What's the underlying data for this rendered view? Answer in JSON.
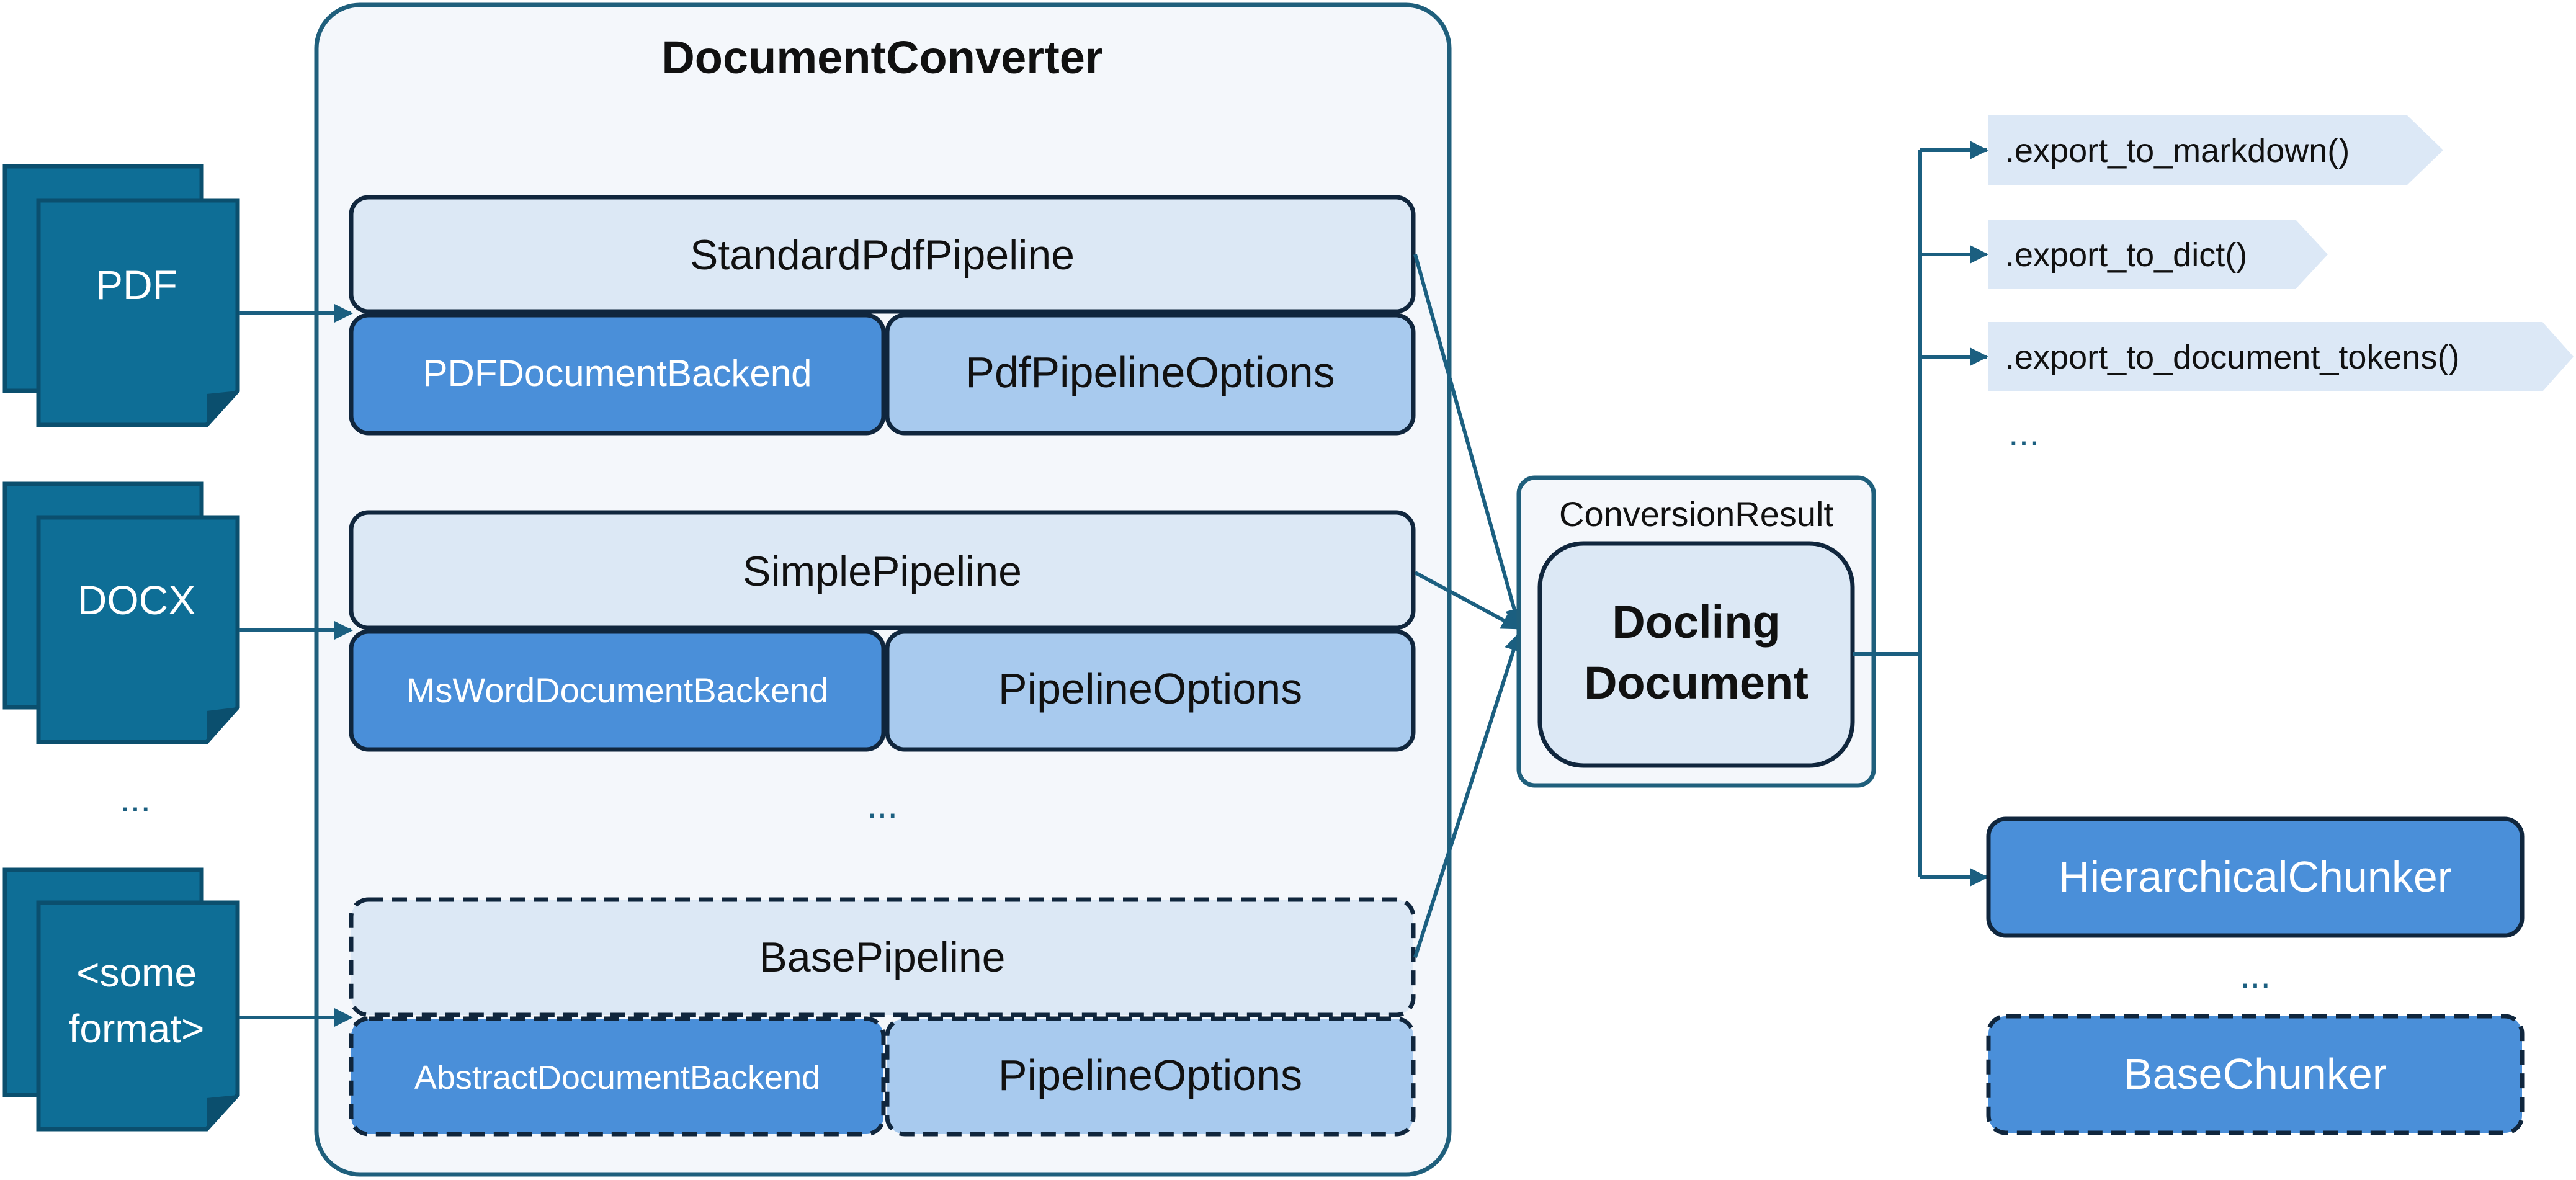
{
  "colors": {
    "dark_blue": "#0e6e96",
    "dark_blue_edge": "#0b4f6e",
    "outline_teal": "#1f5f7c",
    "container_fill": "#f4f7fb",
    "pale_blue": "#dce8f5",
    "medium_blue": "#4a8fd9",
    "light_blue": "#a8caee",
    "node_stroke": "#10263d",
    "arrow": "#1b5f80",
    "export_fill": "#dce8f6"
  },
  "inputs": {
    "pdf": "PDF",
    "docx": "DOCX",
    "ellipsis": "...",
    "some_format_line1": "<some",
    "some_format_line2": "format>"
  },
  "converter": {
    "title": "DocumentConverter",
    "ellipsis": "...",
    "pipelines": [
      {
        "name": "StandardPdfPipeline",
        "backend": "PDFDocumentBackend",
        "options": "PdfPipelineOptions"
      },
      {
        "name": "SimplePipeline",
        "backend": "MsWordDocumentBackend",
        "options": "PipelineOptions"
      },
      {
        "name": "BasePipeline",
        "backend": "AbstractDocumentBackend",
        "options": "PipelineOptions"
      }
    ]
  },
  "result": {
    "label": "ConversionResult",
    "doc_line1": "Docling",
    "doc_line2": "Document"
  },
  "exports": {
    "items": [
      ".export_to_markdown()",
      ".export_to_dict()",
      ".export_to_document_tokens()"
    ],
    "ellipsis": "..."
  },
  "chunkers": {
    "hierarchical": "HierarchicalChunker",
    "ellipsis": "...",
    "base": "BaseChunker"
  }
}
